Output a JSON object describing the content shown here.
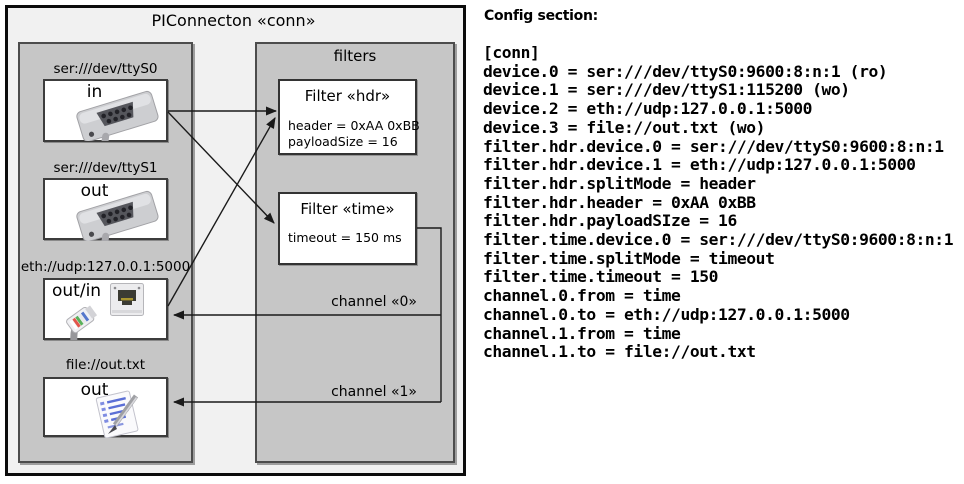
{
  "diagram": {
    "title": "PIConnecton «conn»",
    "devices_panel": {
      "devices": [
        {
          "label": "ser:///dev/ttyS0",
          "direction": "in",
          "icon": "serial-db9-connector"
        },
        {
          "label": "ser:///dev/ttyS1",
          "direction": "out",
          "icon": "serial-db9-connector"
        },
        {
          "label": "eth://udp:127.0.0.1:5000",
          "direction": "out/in",
          "icon": "ethernet-port-and-rj45-plug"
        },
        {
          "label": "file://out.txt",
          "direction": "out",
          "icon": "notepad-with-pen"
        }
      ]
    },
    "filters_panel": {
      "title": "filters",
      "filters": [
        {
          "title": "Filter «hdr»",
          "attributes": [
            "header = 0xAA 0xBB",
            "payloadSize = 16"
          ]
        },
        {
          "title": "Filter «time»",
          "attributes": [
            "timeout = 150 ms"
          ]
        }
      ],
      "channels": [
        {
          "label": "channel «0»"
        },
        {
          "label": "channel «1»"
        }
      ]
    },
    "connections": [
      "ser:///dev/ttyS0 → Filter «hdr»",
      "ser:///dev/ttyS0 → Filter «time»",
      "eth://udp:127.0.0.1:5000 → Filter «hdr»",
      "Filter «time» → channel «0» → eth://udp:127.0.0.1:5000",
      "Filter «time» → channel «1» → file://out.txt"
    ]
  },
  "config": {
    "heading": "Config section:",
    "lines": [
      "[conn]",
      "device.0 = ser:///dev/ttyS0:9600:8:n:1 (ro)",
      "device.1 = ser:///dev/ttyS1:115200 (wo)",
      "device.2 = eth://udp:127.0.0.1:5000",
      "device.3 = file://out.txt (wo)",
      "filter.hdr.device.0 = ser:///dev/ttyS0:9600:8:n:1",
      "filter.hdr.device.1 = eth://udp:127.0.0.1:5000",
      "filter.hdr.splitMode = header",
      "filter.hdr.header = 0xAA 0xBB",
      "filter.hdr.payloadSIze = 16",
      "filter.time.device.0 = ser:///dev/ttyS0:9600:8:n:1",
      "filter.time.splitMode = timeout",
      "filter.time.timeout = 150",
      "channel.0.from = time",
      "channel.0.to = eth://udp:127.0.0.1:5000",
      "channel.1.from = time",
      "channel.1.to = file://out.txt"
    ]
  },
  "colors": {
    "diagram_background": "#f1f1f1",
    "panel_gray": "#c6c6c6",
    "box_white": "#ffffff",
    "line_black": "#1a1a1a",
    "text": "#000000"
  }
}
